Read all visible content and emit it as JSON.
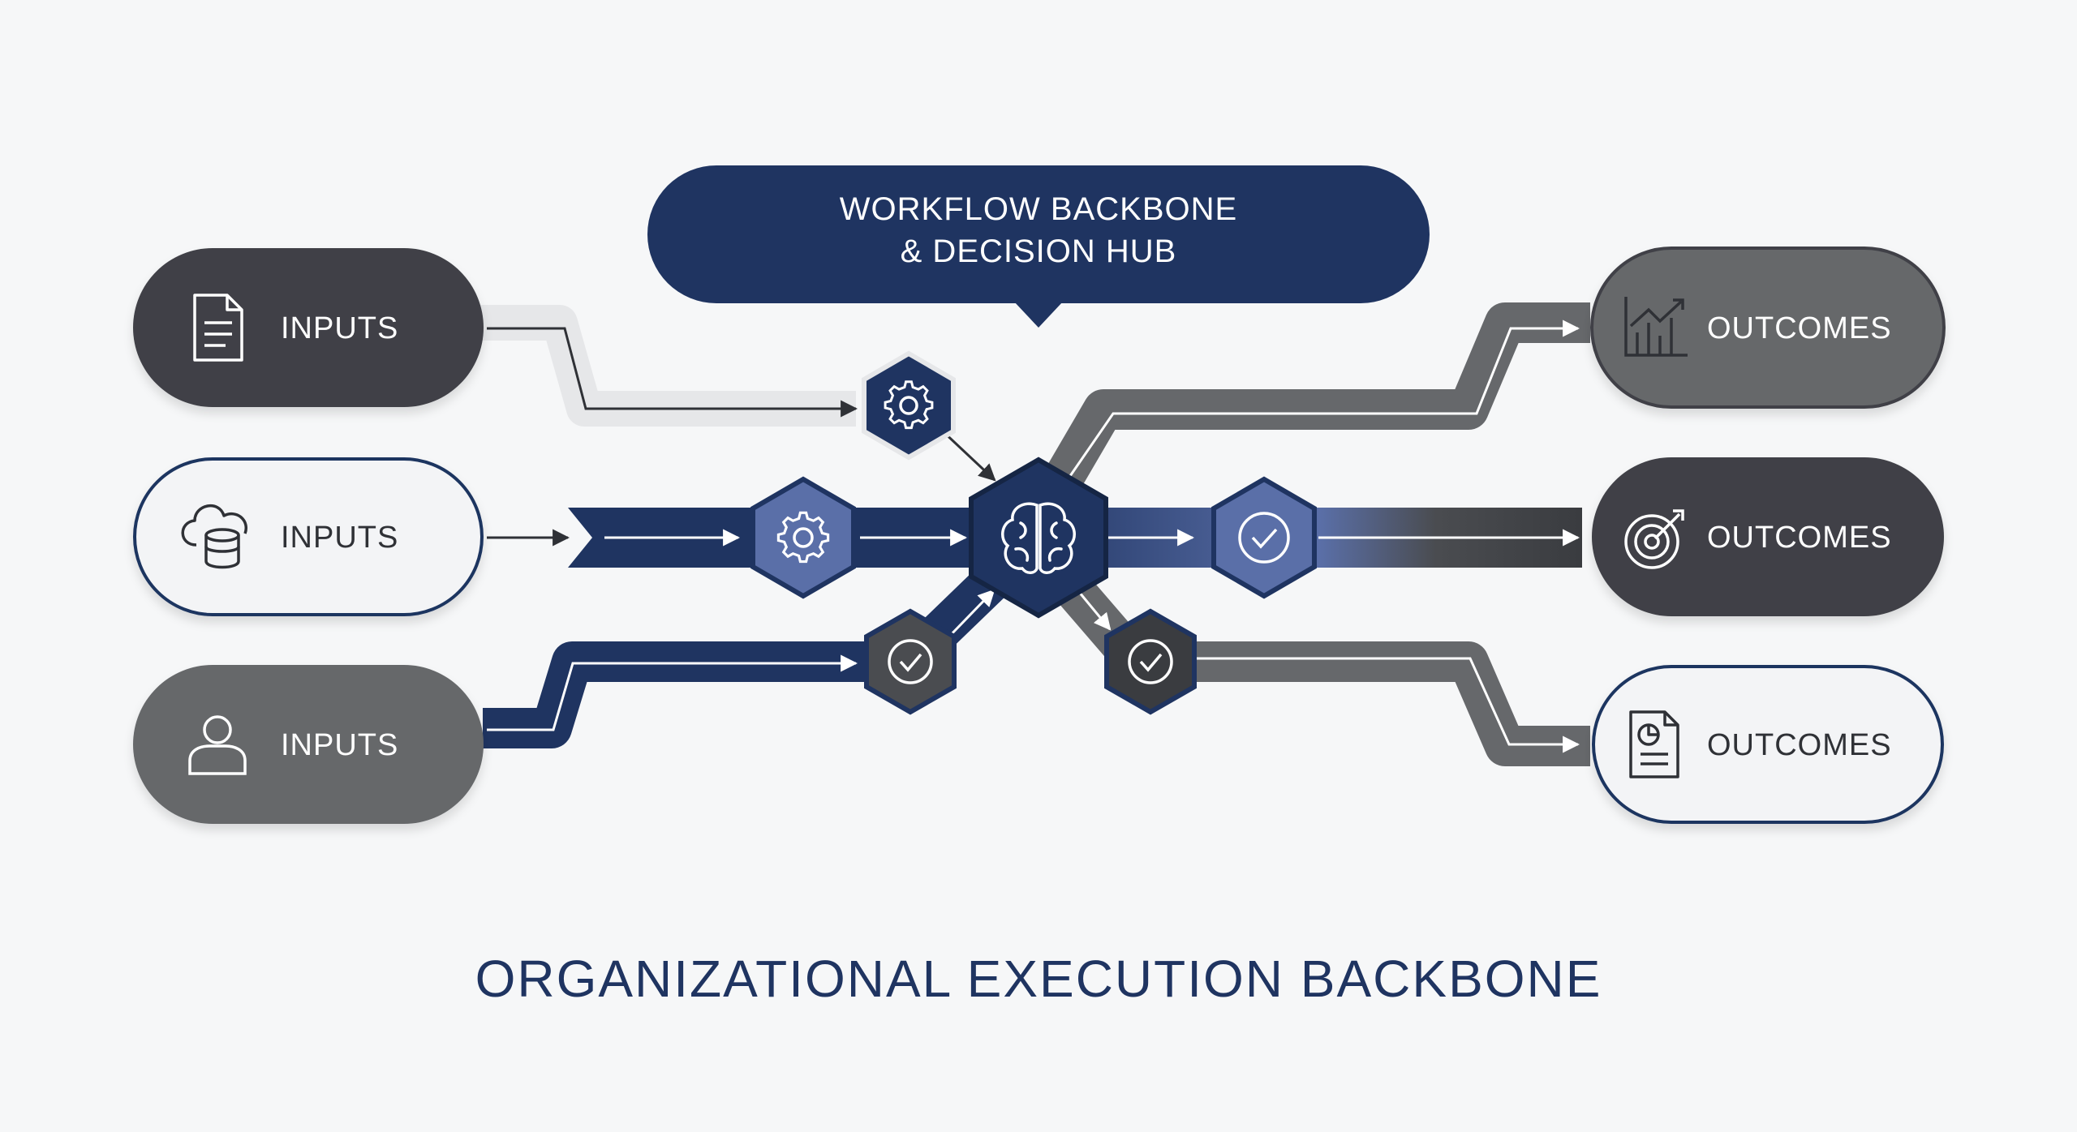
{
  "hub": {
    "line1": "WORKFLOW BACKBONE",
    "line2": "& DECISION HUB"
  },
  "footer": {
    "title": "ORGANIZATIONAL EXECUTION BACKBONE"
  },
  "inputs": [
    {
      "label": "INPUTS",
      "icon": "document-icon",
      "style": "dark"
    },
    {
      "label": "INPUTS",
      "icon": "cloud-database-icon",
      "style": "light"
    },
    {
      "label": "INPUTS",
      "icon": "user-icon",
      "style": "gray"
    }
  ],
  "outcomes": [
    {
      "label": "OUTCOMES",
      "icon": "growth-chart-icon",
      "style": "gray"
    },
    {
      "label": "OUTCOMES",
      "icon": "target-icon",
      "style": "dark"
    },
    {
      "label": "OUTCOMES",
      "icon": "report-icon",
      "style": "light"
    }
  ],
  "nodes": [
    {
      "name": "gear-node-top",
      "icon": "gear-icon"
    },
    {
      "name": "gear-node-middle",
      "icon": "gear-icon"
    },
    {
      "name": "check-node-bottom-left",
      "icon": "check-icon"
    },
    {
      "name": "brain-hub-node",
      "icon": "brain-icon"
    },
    {
      "name": "check-node-middle-right",
      "icon": "check-icon"
    },
    {
      "name": "check-node-bottom-right",
      "icon": "check-icon"
    }
  ],
  "colors": {
    "navy": "#1f3461",
    "dark": "#3f4146",
    "gray": "#66686b",
    "light_fill": "#f3f4f6",
    "accent_blue": "#5a6fa8",
    "background": "#f6f7f8"
  }
}
